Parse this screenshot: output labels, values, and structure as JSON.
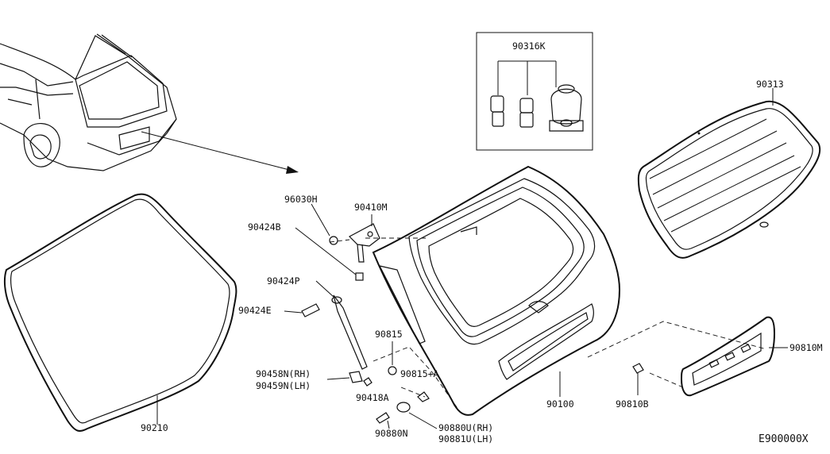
{
  "labels": {
    "p90316K": "90316K",
    "p90313": "90313",
    "p96030H": "96030H",
    "p90410M": "90410M",
    "p90424B": "90424B",
    "p90424P": "90424P",
    "p90424E": "90424E",
    "p90815": "90815",
    "p90815A": "90815+A",
    "p90458N": "90458N(RH)",
    "p90459N": "90459N(LH)",
    "p90418A": "90418A",
    "p90880N": "90880N",
    "p90880U": "90880U(RH)",
    "p90881U": "90881U(LH)",
    "p90100": "90100",
    "p90810B": "90810B",
    "p90810M": "90810M",
    "p90210": "90210",
    "diagram_code": "E900000X"
  }
}
